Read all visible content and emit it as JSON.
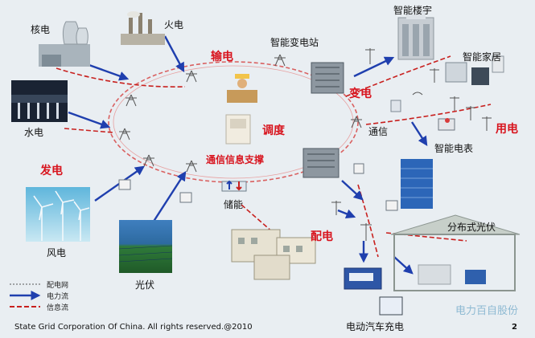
{
  "nodes": {
    "nuclear": "核电",
    "thermal": "火电",
    "hydro": "水电",
    "wind": "风电",
    "solar": "光伏",
    "storage": "储能",
    "substation": "智能变电站",
    "building": "智能楼宇",
    "home": "智能家居",
    "meter": "智能电表",
    "comm": "通信",
    "distributed_pv": "分布式光伏",
    "ev_charging": "电动汽车充电"
  },
  "stages": {
    "generation": "发电",
    "transmission": "输电",
    "transformation": "变电",
    "dispatch": "调度",
    "distribution": "配电",
    "consumption": "用电",
    "comm_support": "通信信息支撑"
  },
  "legend": {
    "grid": "配电网",
    "power_flow": "电力流",
    "info_flow": "信息流"
  },
  "footer": {
    "copyright": "State Grid Corporation Of China. All rights reserved.@2010",
    "page": "2"
  },
  "watermark": "电力百自股份",
  "colors": {
    "power_flow": "#1f3fae",
    "info_flow": "#c8201e",
    "stage_label": "#d8141e"
  }
}
